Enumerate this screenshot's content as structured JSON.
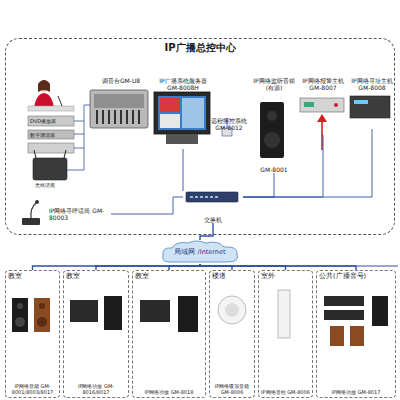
{
  "diagram": {
    "nodes": [
      {
        "text": [
          "IP广播总控中心"
        ]
      },
      {
        "text": [
          "调音台GM-U8"
        ],
        "in": 0
      },
      {
        "text": [
          "IP广播系统服务器 GM-8008H"
        ],
        "in": 0
      },
      {
        "text": [
          "远程播控系统 GM-8012"
        ],
        "in": 0
      },
      {
        "text": [
          "IP网络监听音箱(有源)",
          "GM-8001"
        ],
        "in": 0
      },
      {
        "text": [
          "IP网络报警主机 GM-8007"
        ],
        "in": 0
      },
      {
        "text": [
          "IP网络寻址主机 GM-8008"
        ],
        "in": 0
      },
      {
        "text": [
          "IP网络寻呼话筒 GM-80003"
        ],
        "in": 0
      },
      {
        "text": [
          "交换机"
        ],
        "in": 0
      },
      {
        "text": [
          "局域网 /Internet"
        ]
      },
      {
        "text": [
          "教室",
          "IP网络音箱 GM-8001/8003/8017"
        ]
      },
      {
        "text": [
          "教室",
          "IP网络功放 GM-8016/8017"
        ]
      },
      {
        "text": [
          "教室",
          "IP网络功放 GM-8018"
        ]
      },
      {
        "text": [
          "楼道",
          "IP网络吸顶音箱 GM-8006"
        ]
      },
      {
        "text": [
          "室外",
          "IP网络音柱 GM-8006"
        ]
      },
      {
        "text": [
          "公共(广播音号)",
          "IP网络功放 GM-8017"
        ]
      }
    ],
    "edges": [
      {
        "from": 1,
        "to": 2,
        "arrow": "none"
      },
      {
        "from": 2,
        "to": 8,
        "arrow": "none"
      },
      {
        "from": 4,
        "to": 8,
        "arrow": "none"
      },
      {
        "from": 5,
        "to": 8,
        "arrow": "none"
      },
      {
        "from": 6,
        "to": 8,
        "arrow": "none"
      },
      {
        "from": 7,
        "to": 8,
        "arrow": "none"
      },
      {
        "from": 8,
        "to": 9,
        "arrow": "none"
      },
      {
        "from": 9,
        "to": 10,
        "arrow": "none"
      },
      {
        "from": 9,
        "to": 11,
        "arrow": "none"
      },
      {
        "from": 9,
        "to": 12,
        "arrow": "none"
      },
      {
        "from": 9,
        "to": 13,
        "arrow": "none"
      },
      {
        "from": 9,
        "to": 14,
        "arrow": "none"
      },
      {
        "from": 9,
        "to": 15,
        "arrow": "none"
      }
    ],
    "labels": [
      "DVD播放器",
      "数字调谐器",
      "无线话筒"
    ]
  }
}
